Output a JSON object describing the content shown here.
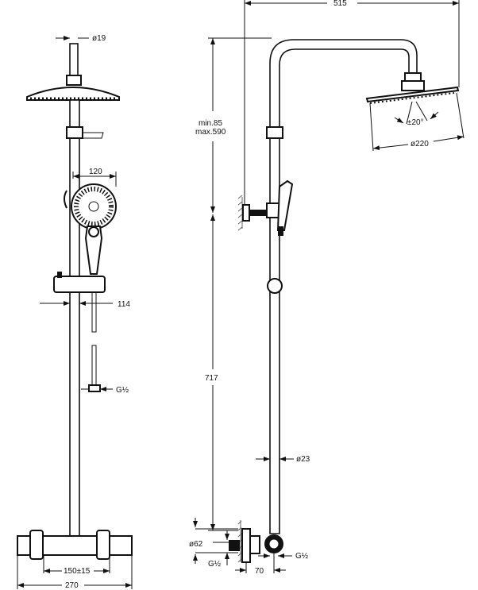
{
  "drawing": {
    "front_view": {
      "labels": {
        "top_pipe_diameter": "ø19",
        "hand_shower_width": "120",
        "slider_offset": "114",
        "hose_connection": "G½",
        "inlet_spacing": "150±15",
        "total_width": "270"
      }
    },
    "side_view": {
      "labels": {
        "total_projection": "515",
        "height_adjust_min": "min.85",
        "height_adjust_max": "max.590",
        "head_tilt": "±20°",
        "head_diameter": "ø220",
        "riser_height": "717",
        "riser_diameter": "ø23",
        "eccentric_diameter": "ø62",
        "inlet_thread": "G½",
        "outlet_thread": "G½",
        "wall_offset": "70"
      }
    }
  }
}
